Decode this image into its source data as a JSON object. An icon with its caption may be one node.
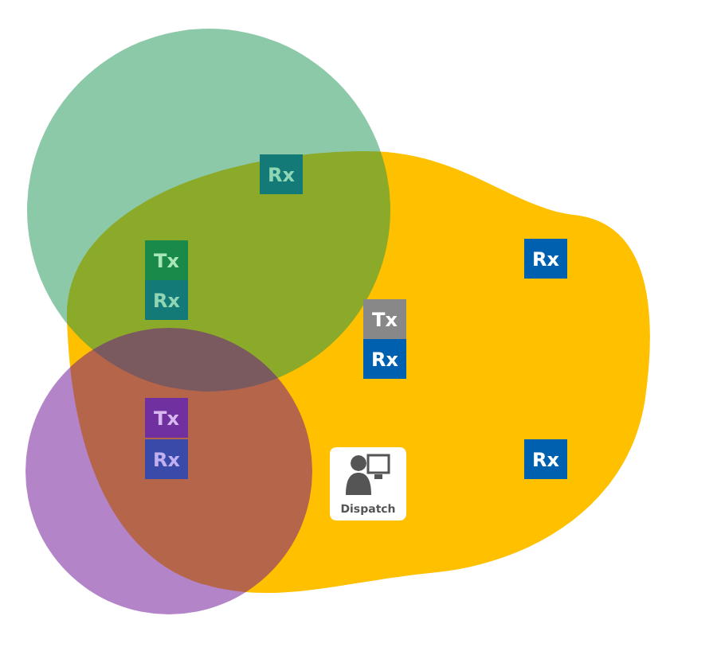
{
  "diagram": {
    "nodes": [
      {
        "text": [
          "Rx"
        ]
      },
      {
        "text": [
          "Tx"
        ]
      },
      {
        "text": [
          "Rx"
        ]
      },
      {
        "text": [
          "Rx"
        ]
      },
      {
        "text": [
          "Tx"
        ]
      },
      {
        "text": [
          "Rx"
        ]
      },
      {
        "text": [
          "Tx"
        ]
      },
      {
        "text": [
          "Rx"
        ]
      },
      {
        "text": [
          "Rx"
        ]
      },
      {
        "text": [
          "Dispatch"
        ]
      }
    ]
  }
}
